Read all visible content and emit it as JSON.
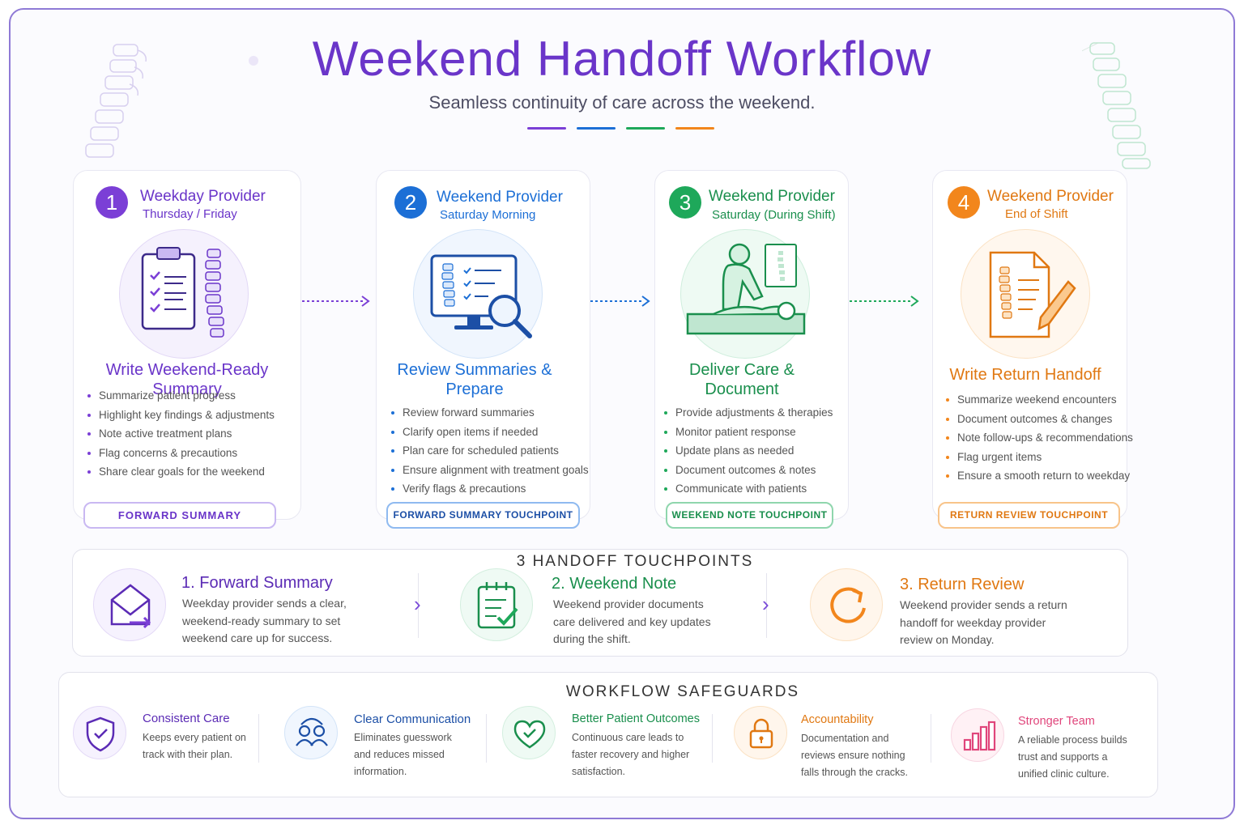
{
  "header": {
    "title": "Weekend Handoff Workflow",
    "subtitle": "Seamless continuity of care across the weekend."
  },
  "colors": {
    "purple": "#7b3fd6",
    "blue": "#1c6fd6",
    "green": "#1ea85a",
    "orange": "#f2861c",
    "pink": "#e0457b"
  },
  "steps": [
    {
      "number": "1",
      "role": "Weekday Provider",
      "when": "Thursday / Friday",
      "icon": "clipboard-spine-icon",
      "title": "Write Weekend-Ready Summary",
      "bullets": [
        "Summarize patient progress",
        "Highlight key findings & adjustments",
        "Note active treatment plans",
        "Flag concerns & precautions",
        "Share clear goals for the weekend"
      ],
      "touchpoint": "FORWARD SUMMARY"
    },
    {
      "number": "2",
      "role": "Weekend Provider",
      "when": "Saturday Morning",
      "icon": "monitor-magnifier-icon",
      "title": "Review Summaries & Prepare",
      "bullets": [
        "Review forward summaries",
        "Clarify open items if needed",
        "Plan care for scheduled patients",
        "Ensure alignment with treatment goals",
        "Verify flags & precautions"
      ],
      "touchpoint": "FORWARD SUMMARY TOUCHPOINT"
    },
    {
      "number": "3",
      "role": "Weekend Provider",
      "when": "Saturday (During Shift)",
      "icon": "treatment-icon",
      "title": "Deliver Care & Document",
      "bullets": [
        "Provide adjustments & therapies",
        "Monitor patient response",
        "Update plans as needed",
        "Document outcomes & notes",
        "Communicate with patients"
      ],
      "touchpoint": "WEEKEND NOTE TOUCHPOINT"
    },
    {
      "number": "4",
      "role": "Weekend Provider",
      "when": "End of Shift",
      "icon": "document-pencil-icon",
      "title": "Write Return Handoff",
      "bullets": [
        "Summarize weekend encounters",
        "Document outcomes & changes",
        "Note follow-ups & recommendations",
        "Flag urgent items",
        "Ensure a smooth return to weekday"
      ],
      "touchpoint": "RETURN REVIEW TOUCHPOINT"
    }
  ],
  "touchpoints": {
    "heading": "3 HANDOFF TOUCHPOINTS",
    "items": [
      {
        "title": "1. Forward Summary",
        "desc": "Weekday provider sends a clear, weekend-ready summary to set weekend care up for success.",
        "icon": "envelope-arrow-icon"
      },
      {
        "title": "2. Weekend Note",
        "desc": "Weekend provider documents care delivered and key updates during the shift.",
        "icon": "calendar-check-icon"
      },
      {
        "title": "3. Return Review",
        "desc": "Weekend provider sends a return handoff for weekday provider review on Monday.",
        "icon": "refresh-icon"
      }
    ]
  },
  "safeguards": {
    "heading": "WORKFLOW SAFEGUARDS",
    "items": [
      {
        "title": "Consistent Care",
        "desc": "Keeps every patient on track with their plan.",
        "icon": "shield-check-icon"
      },
      {
        "title": "Clear Communication",
        "desc": "Eliminates guesswork and reduces missed information.",
        "icon": "people-icon"
      },
      {
        "title": "Better Patient Outcomes",
        "desc": "Continuous care leads to faster recovery and higher satisfaction.",
        "icon": "heart-check-icon"
      },
      {
        "title": "Accountability",
        "desc": "Documentation and reviews ensure nothing falls through the cracks.",
        "icon": "lock-icon"
      },
      {
        "title": "Stronger Team",
        "desc": "A reliable process builds trust and supports a unified clinic culture.",
        "icon": "bar-chart-icon"
      }
    ]
  }
}
